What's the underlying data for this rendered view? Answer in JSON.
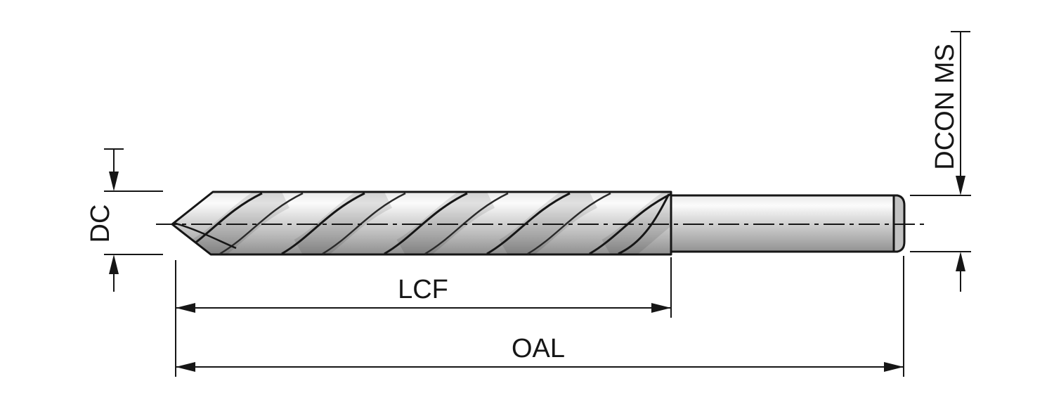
{
  "diagram": {
    "labels": {
      "dc": "DC",
      "lcf": "LCF",
      "oal": "OAL",
      "dcon_ms": "DCON MS"
    },
    "colors": {
      "line": "#161616",
      "background": "#ffffff",
      "metal_highlight": "#fbfbfb",
      "metal_mid": "#d8d8d8",
      "metal_shadow": "#8f8f8f"
    }
  }
}
